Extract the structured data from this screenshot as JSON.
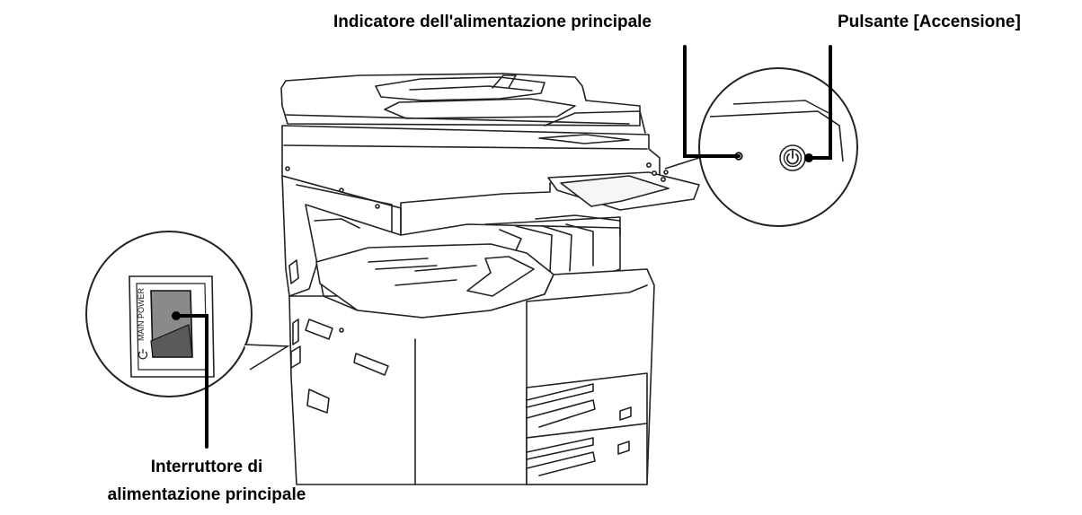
{
  "labels": {
    "indicator": "Indicatore dell'alimentazione principale",
    "power_button": "Pulsante [Accensione]",
    "main_switch_line1": "Interruttore di",
    "main_switch_line2": "alimentazione principale"
  },
  "switch_text": "MAIN POWER",
  "colors": {
    "line": "#222222",
    "leader": "#000000",
    "background": "#ffffff",
    "switch_fill": "#8a8a8a"
  },
  "icons": {
    "power_button": "power-icon",
    "switch_symbol": "power-symbol-icon"
  }
}
